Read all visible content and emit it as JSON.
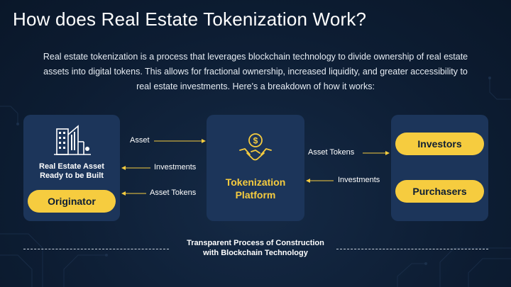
{
  "title": "How does Real Estate Tokenization Work?",
  "intro": "Real estate tokenization is a process that leverages blockchain technology to divide ownership of real estate assets into digital tokens. This allows for fractional ownership, increased liquidity, and greater accessibility to real estate investments. Here's a breakdown of how it works:",
  "left": {
    "icon": "building-icon",
    "line1": "Real Estate Asset",
    "line2": "Ready to be Built",
    "button": "Originator"
  },
  "middle": {
    "icon": "handshake-coin-icon",
    "line1": "Tokenization",
    "line2": "Platform"
  },
  "right": {
    "button1": "Investors",
    "button2": "Purchasers"
  },
  "flows": {
    "asset": "Asset",
    "investments_left": "Investments",
    "asset_tokens_left": "Asset Tokens",
    "asset_tokens_right": "Asset Tokens",
    "investments_right": "Investments"
  },
  "footer": {
    "line1": "Transparent Process of Construction",
    "line2": "with Blockchain Technology"
  },
  "colors": {
    "background": "#0d1d33",
    "box": "#1c355a",
    "accent": "#f6cc3f",
    "text": "#ffffff"
  }
}
